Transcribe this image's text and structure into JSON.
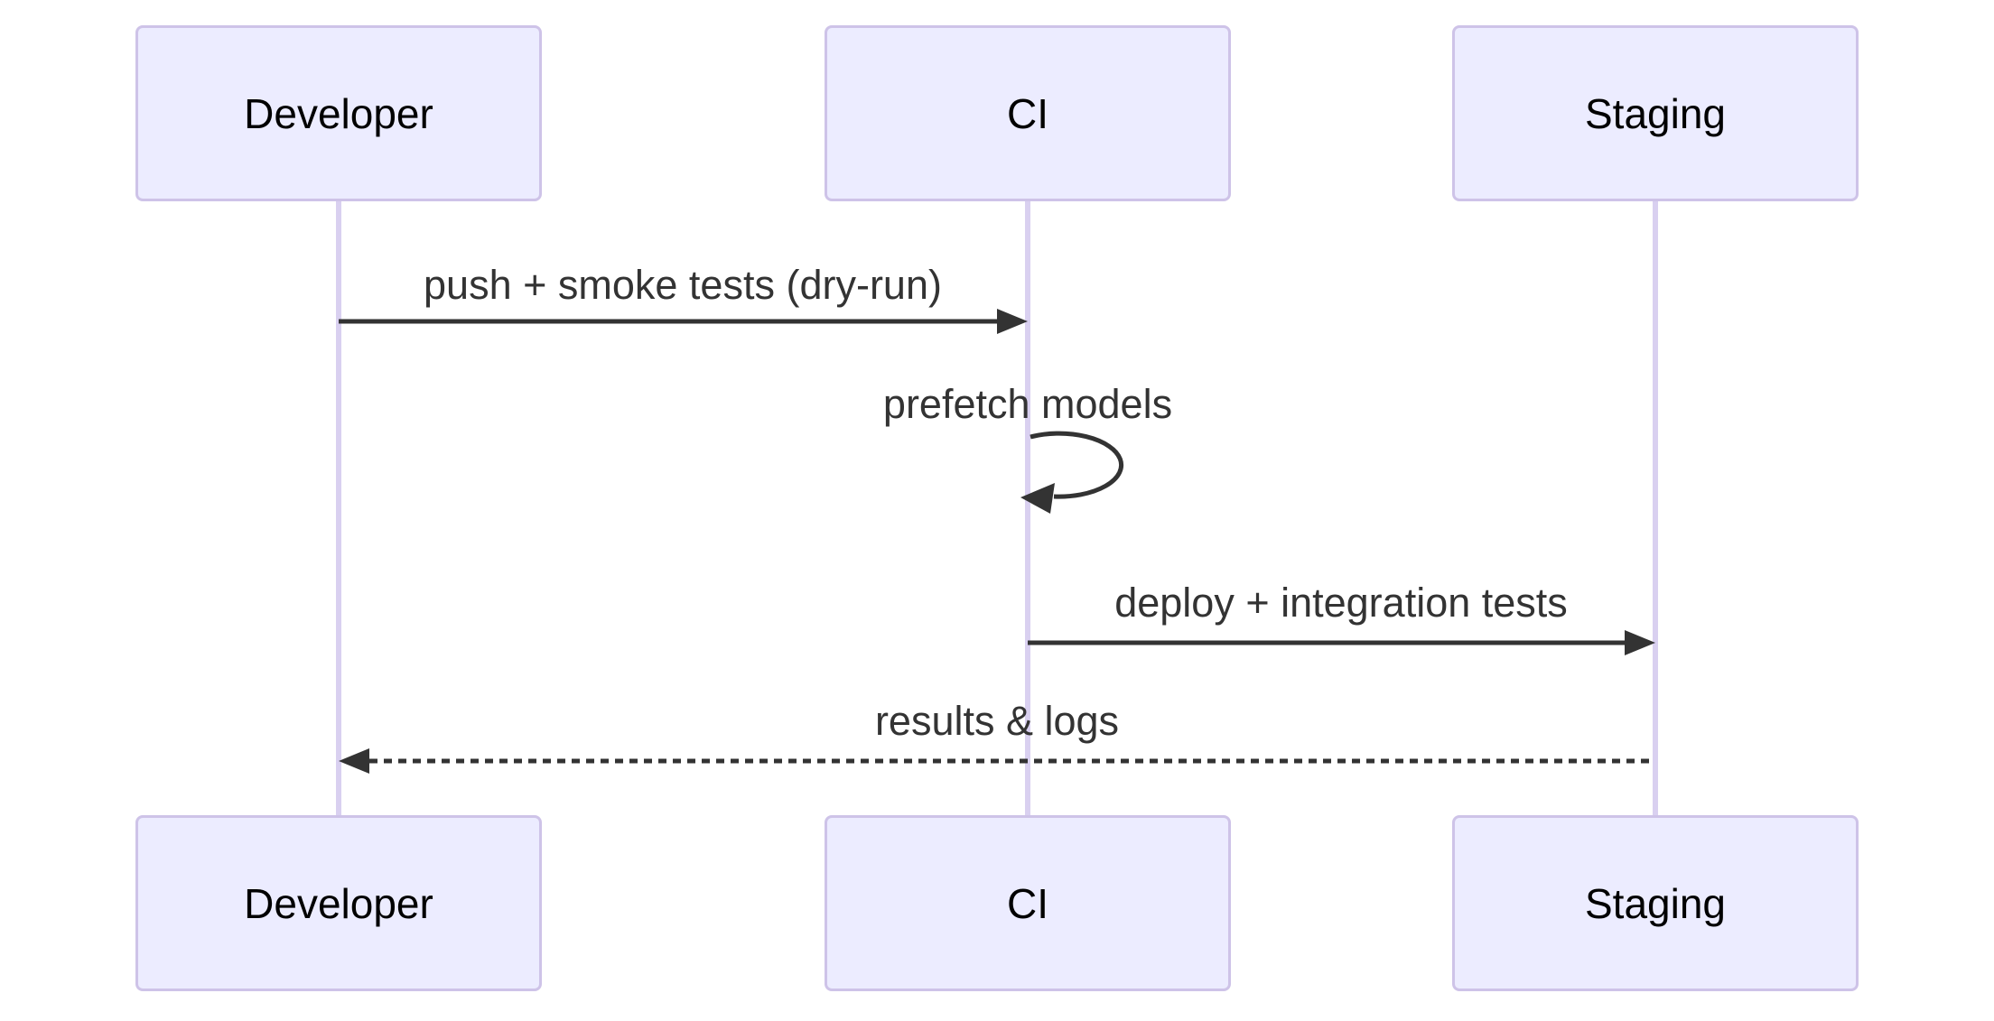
{
  "diagram": {
    "type": "sequence-diagram",
    "colors": {
      "actor_fill": "#ECECFF",
      "actor_border": "#CEC3E8",
      "lifeline": "#D9D0F0",
      "arrow": "#333333",
      "message_text": "#333333",
      "actor_text": "#000000",
      "bg": "#ffffff"
    },
    "actors": [
      {
        "id": "developer",
        "label": "Developer"
      },
      {
        "id": "ci",
        "label": "CI"
      },
      {
        "id": "staging",
        "label": "Staging"
      }
    ],
    "messages": [
      {
        "from": "Developer",
        "to": "CI",
        "label": "push + smoke tests (dry-run)",
        "line": "solid",
        "arrow": "filled"
      },
      {
        "from": "CI",
        "to": "CI",
        "label": "prefetch models",
        "line": "solid",
        "arrow": "self-loop"
      },
      {
        "from": "CI",
        "to": "Staging",
        "label": "deploy + integration tests",
        "line": "solid",
        "arrow": "filled"
      },
      {
        "from": "Staging",
        "to": "Developer",
        "label": "results & logs",
        "line": "dashed",
        "arrow": "filled"
      }
    ]
  }
}
